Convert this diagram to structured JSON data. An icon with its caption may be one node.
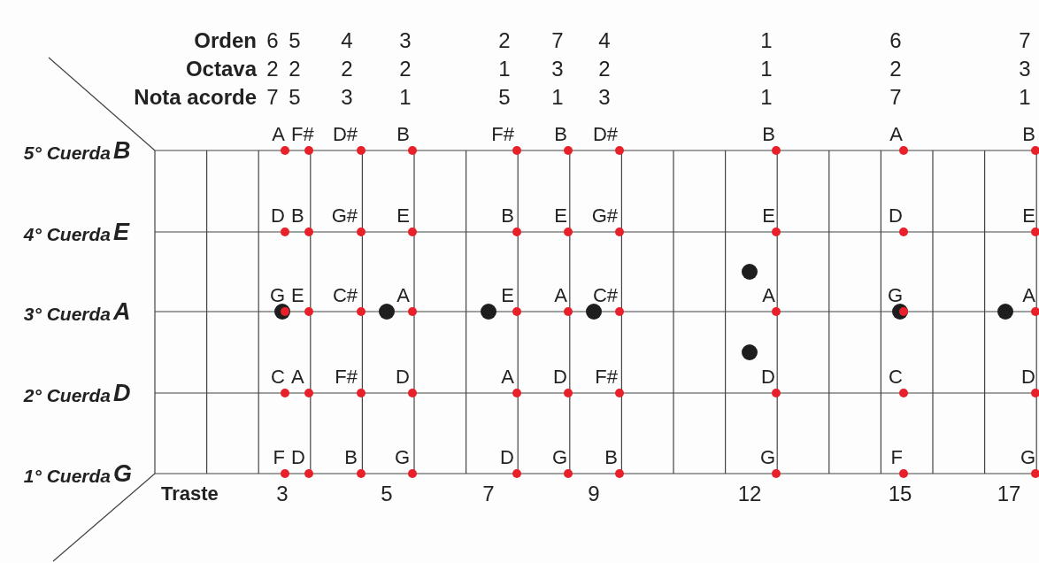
{
  "diagram": {
    "labels": [
      "Orden",
      "6",
      "5",
      "4",
      "3",
      "2",
      "7",
      "4",
      "1",
      "6",
      "7",
      "Octava",
      "2",
      "2",
      "2",
      "2",
      "1",
      "3",
      "2",
      "1",
      "2",
      "3",
      "Nota acorde",
      "7",
      "5",
      "3",
      "1",
      "5",
      "1",
      "3",
      "1",
      "7",
      "1",
      "5° Cuerda",
      "B",
      "A",
      "F#",
      "D#",
      "B",
      "F#",
      "B",
      "D#",
      "B",
      "A",
      "B",
      "4° Cuerda",
      "E",
      "D",
      "B",
      "G#",
      "E",
      "B",
      "E",
      "G#",
      "E",
      "D",
      "E",
      "3° Cuerda",
      "A",
      "G",
      "E",
      "C#",
      "A",
      "E",
      "A",
      "C#",
      "A",
      "G",
      "A",
      "2° Cuerda",
      "D",
      "C",
      "A",
      "F#",
      "D",
      "A",
      "D",
      "F#",
      "D",
      "C",
      "D",
      "1° Cuerda",
      "G",
      "F",
      "D",
      "B",
      "G",
      "D",
      "G",
      "B",
      "G",
      "F",
      "G",
      "Traste",
      "3",
      "5",
      "7",
      "9",
      "12",
      "15",
      "17"
    ]
  }
}
